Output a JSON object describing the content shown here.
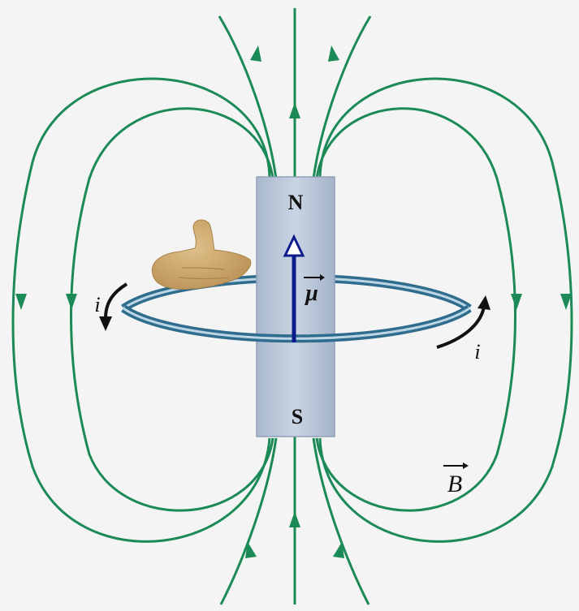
{
  "diagram": {
    "magnet_north_label": "N",
    "magnet_south_label": "S",
    "dipole_moment_symbol": "μ",
    "field_symbol": "B",
    "current_symbol": "i",
    "current_symbol_right": "i"
  },
  "colors": {
    "background": "#f4f4f4",
    "field_line": "#1b8a56",
    "magnet_fill": "#b9c6d8",
    "magnet_edge": "#8fa0b8",
    "coil": "#2f6c8e",
    "coil_highlight": "#bcd6e6",
    "moment_arrow": "#0d1b8c",
    "hand": "#c9a56b",
    "text": "#111111"
  },
  "icons": {
    "hand": "right-hand-thumb-up-icon"
  }
}
